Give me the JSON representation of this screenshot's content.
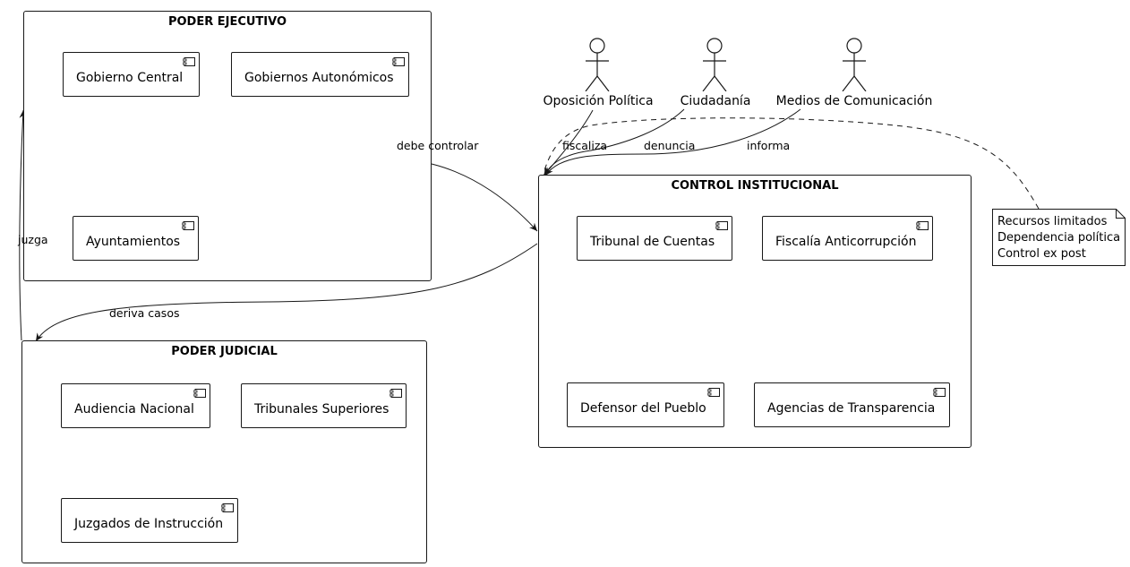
{
  "frames": {
    "ejecutivo": {
      "title": "PODER EJECUTIVO",
      "components": [
        "Gobierno Central",
        "Gobiernos Autonómicos",
        "Ayuntamientos"
      ]
    },
    "control": {
      "title": "CONTROL INSTITUCIONAL",
      "components": [
        "Tribunal de Cuentas",
        "Fiscalía Anticorrupción",
        "Defensor del Pueblo",
        "Agencias de Transparencia"
      ]
    },
    "judicial": {
      "title": "PODER JUDICIAL",
      "components": [
        "Audiencia Nacional",
        "Tribunales Superiores",
        "Juzgados de Instrucción"
      ]
    }
  },
  "actors": [
    "Oposición Política",
    "Ciudadanía",
    "Medios de Comunicación"
  ],
  "edges": {
    "debe_controlar": "debe controlar",
    "fiscaliza": "fiscaliza",
    "denuncia": "denuncia",
    "informa": "informa",
    "deriva_casos": "deriva casos",
    "juzga": "juzga"
  },
  "note": {
    "lines": [
      "Recursos limitados",
      "Dependencia política",
      "Control ex post"
    ]
  }
}
